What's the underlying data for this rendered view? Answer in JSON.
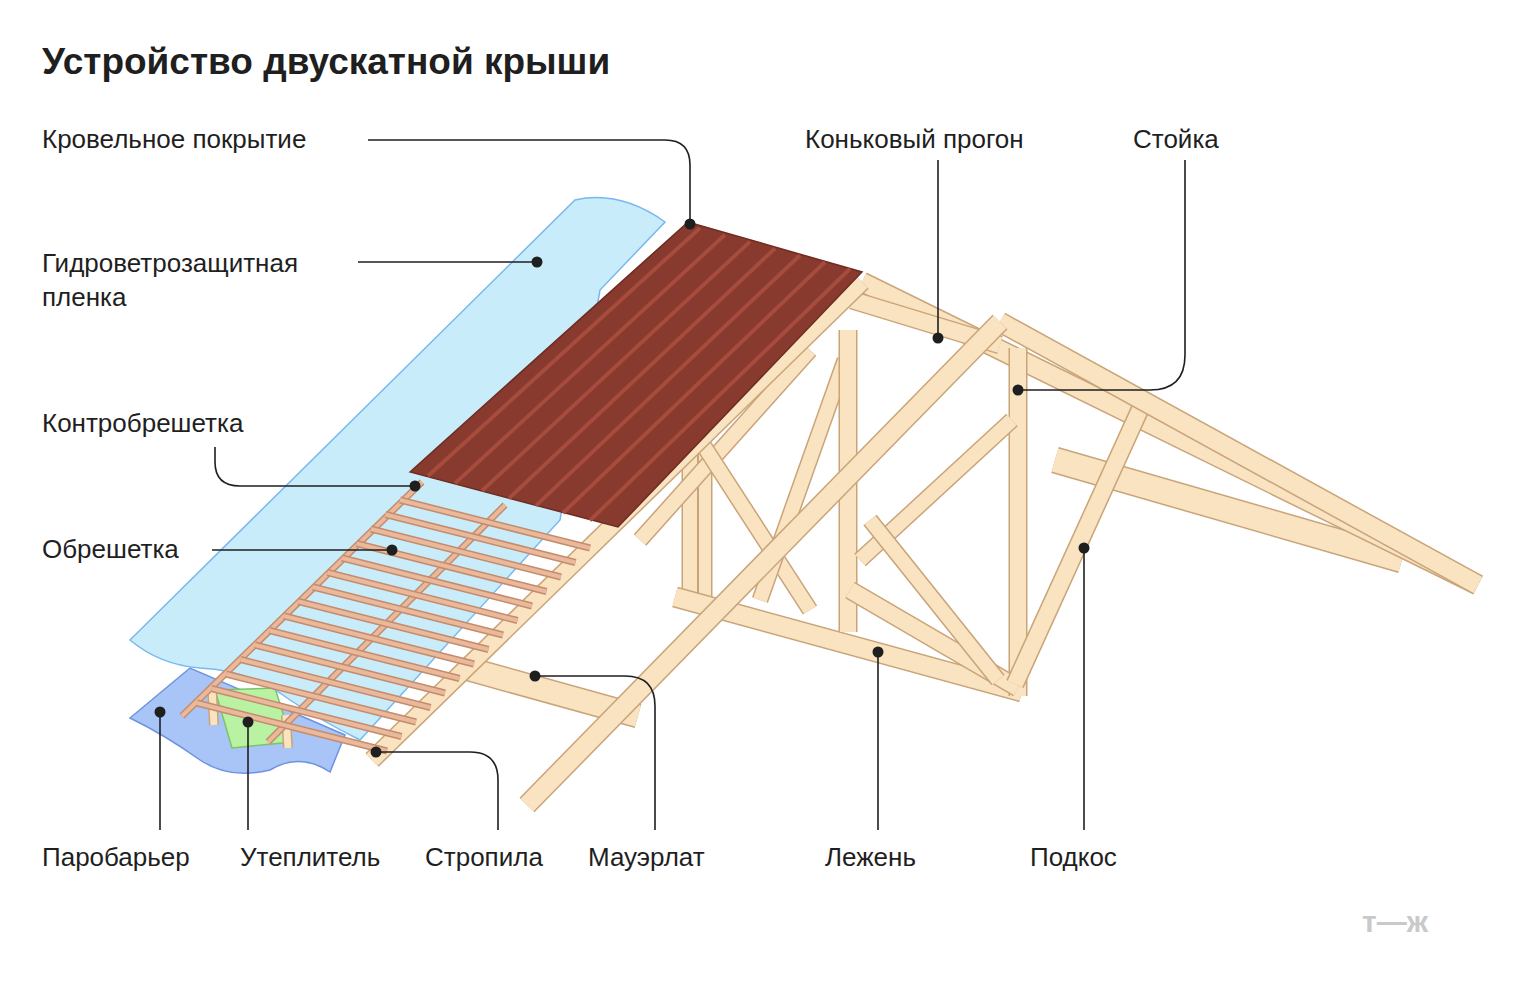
{
  "diagram": {
    "title": "Устройство двускатной крыши",
    "labels": [
      "Кровельное покрытие",
      "Гидроветрозащитная пленка",
      "Контробрешетка",
      "Обрешетка",
      "Паробарьер",
      "Утеплитель",
      "Стропила",
      "Мауэрлат",
      "Коньковый прогон",
      "Стойка",
      "Лежень",
      "Подкос",
      "т—ж"
    ]
  }
}
